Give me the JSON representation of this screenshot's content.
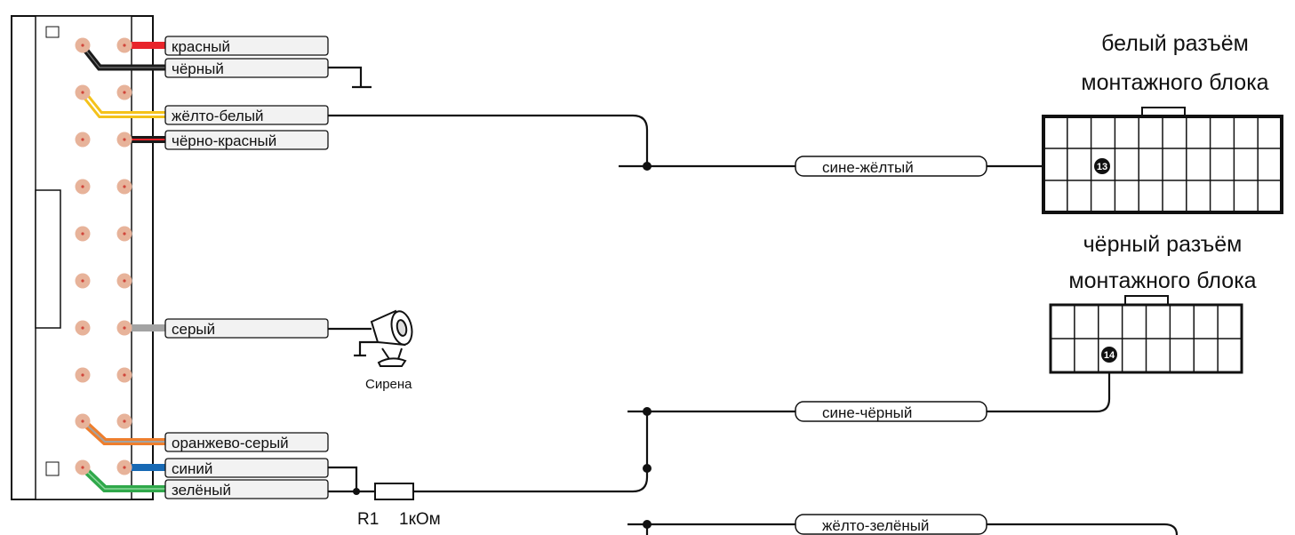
{
  "colors": {
    "pin": "#e7b39a",
    "pin_dot": "#d0453a",
    "red": "#e8242a",
    "black": "#1a1a1a",
    "yellow": "#f4c21b",
    "gray": "#a3a3a3",
    "orange": "#ee7e2d",
    "blue": "#1769b4",
    "green": "#2fa84a",
    "label_fill": "#f2f2f2",
    "line": "#111111"
  },
  "connector_labels": {
    "red": "красный",
    "black": "чёрный",
    "yellow_white": "жёлто-белый",
    "black_red": "чёрно-красный",
    "gray": "серый",
    "orange_gray": "оранжево-серый",
    "blue": "синий",
    "green": "зелёный"
  },
  "wire_labels": {
    "blue_yellow": "сине-жёлтый",
    "blue_black": "сине-чёрный",
    "yellow_green": "жёлто-зелёный"
  },
  "white_block": {
    "title_line1": "белый разъём",
    "title_line2": "монтажного блока",
    "pin": "13"
  },
  "black_block": {
    "title_line1": "чёрный разъём",
    "title_line2": "монтажного блока",
    "pin": "14"
  },
  "siren": {
    "label": "Сирена"
  },
  "resistor": {
    "name": "R1",
    "value": "1кОм"
  }
}
